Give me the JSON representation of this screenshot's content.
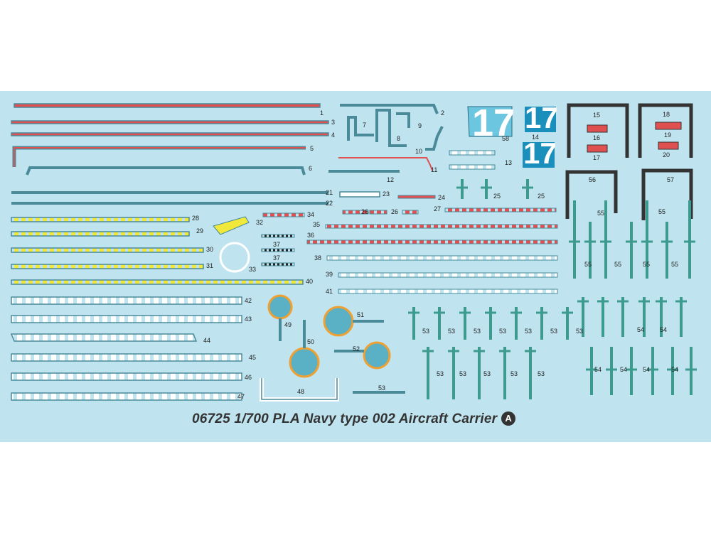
{
  "sheet": {
    "caption": "06725 1/700 PLA Navy type 002 Aircraft Carrier",
    "caption_mark": "A",
    "background_color": "#bfe4ef",
    "hull_number": "17"
  },
  "labels": {
    "l1": "1",
    "l2": "2",
    "l3": "3",
    "l4": "4",
    "l5": "5",
    "l6": "6",
    "l7": "7",
    "l8": "8",
    "l9": "9",
    "l10": "10",
    "l11": "11",
    "l12": "12",
    "l13": "13",
    "l14": "14",
    "l15": "15",
    "l16": "16",
    "l17": "17",
    "l18": "18",
    "l19": "19",
    "l20": "20",
    "l21": "21",
    "l22": "22",
    "l23": "23",
    "l24": "24",
    "l25a": "25",
    "l25b": "25",
    "l26a": "26",
    "l26b": "26",
    "l27": "27",
    "l28": "28",
    "l29": "29",
    "l30": "30",
    "l31": "31",
    "l32": "32",
    "l33": "33",
    "l34": "34",
    "l35": "35",
    "l36": "36",
    "l37a": "37",
    "l37b": "37",
    "l38": "38",
    "l39": "39",
    "l40": "40",
    "l41": "41",
    "l42": "42",
    "l43": "43",
    "l44": "44",
    "l45": "45",
    "l46": "46",
    "l47": "47",
    "l48": "48",
    "l49": "49",
    "l50": "50",
    "l51": "51",
    "l52": "52",
    "l53": "53",
    "l56": "56",
    "l57": "57",
    "l58": "58"
  },
  "repeat_labels": {
    "n53": "53",
    "n54": "54",
    "n55": "55"
  }
}
